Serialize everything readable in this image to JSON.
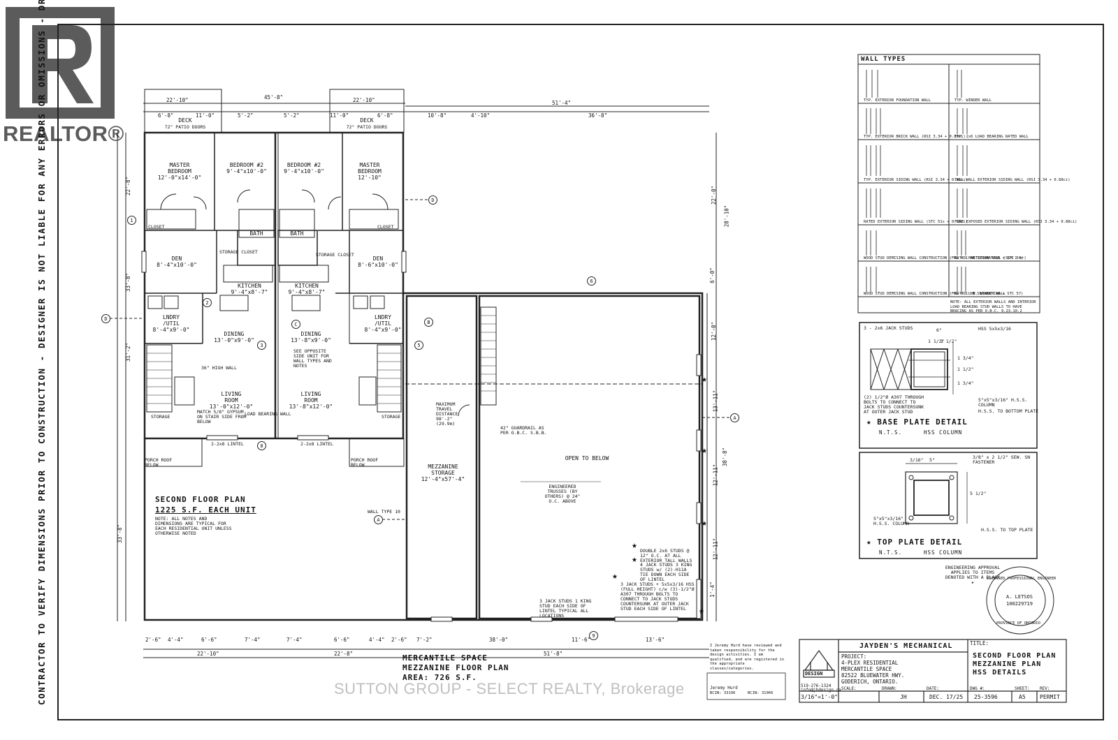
{
  "watermarks": {
    "realtor": "REALTOR®",
    "agency": "SUTTON GROUP - SELECT REALTY, Brokerage"
  },
  "side_notes": {
    "left": "CONTRACTOR TO VERIFY DIMENSIONS PRIOR TO CONSTRUCTION  -  DESIGNER IS NOT LIABLE FOR ANY ERRORS OR OMISSIONS  -  DRAWINGS NOT TO BE SCALED"
  },
  "plan": {
    "dims_top": [
      "22'-10\"",
      "45'-8\"",
      "22'-10\"",
      "51'-4\"",
      "6'-8\"",
      "11'-0\"",
      "5'-2\"",
      "5'-2\"",
      "11'-0\"",
      "6'-8\"",
      "10'-8\"",
      "4'-10\"",
      "36'-8\""
    ],
    "dims_bottom": [
      "2'-6\"",
      "4'-4\"",
      "6'-6\"",
      "7'-4\"",
      "7'-4\"",
      "6'-6\"",
      "4'-4\"",
      "2'-6\"",
      "7'-2\"",
      "38'-0\"",
      "11'-6\"",
      "13'-6\"",
      "22'-10\"",
      "22'-8\"",
      "51'-8\""
    ],
    "dims_left": [
      "22'-8\"",
      "33'-8\"",
      "31'-2\"",
      "33'-8\""
    ],
    "dims_right": [
      "22'-0\"",
      "28'-10\"",
      "6'-0\"",
      "12'-0\"",
      "13'-11\"",
      "38'-8\"",
      "12'-11\"",
      "12'-11\"",
      "1'-4\""
    ],
    "rooms": [
      {
        "name": "MASTER\nBEDROOM",
        "size": "12'-0\"x14'-0\""
      },
      {
        "name": "BEDROOM #2",
        "size": "9'-4\"x10'-0\""
      },
      {
        "name": "BEDROOM #2",
        "size": "9'-4\"x10'-0\""
      },
      {
        "name": "MASTER\nBEDROOM",
        "size": "12'-10\""
      },
      {
        "name": "DECK",
        "size": "72\" PATIO DOORS"
      },
      {
        "name": "DECK",
        "size": "72\" PATIO DOORS"
      },
      {
        "name": "DEN",
        "size": "8'-4\"x10'-0\""
      },
      {
        "name": "DEN",
        "size": "8'-6\"x10'-0\""
      },
      {
        "name": "BATH",
        "size": ""
      },
      {
        "name": "BATH",
        "size": ""
      },
      {
        "name": "KITCHEN",
        "size": "9'-4\"x8'-7\""
      },
      {
        "name": "KITCHEN",
        "size": "9'-4\"x8'-7\""
      },
      {
        "name": "LNDRY\n/UTIL",
        "size": "8'-4\"x9'-0\""
      },
      {
        "name": "LNDRY\n/UTIL",
        "size": "8'-4\"x9'-0\""
      },
      {
        "name": "DINING",
        "size": "13'-0\"x9'-0\""
      },
      {
        "name": "DINING",
        "size": "13'-8\"x9'-0\""
      },
      {
        "name": "LIVING\nROOM",
        "size": "13'-0\"x12'-0\""
      },
      {
        "name": "LIVING\nROOM",
        "size": "13'-8\"x12'-0\""
      },
      {
        "name": "MEZZANINE\nSTORAGE",
        "size": "12'-4\"x57'-4\""
      },
      {
        "name": "OPEN TO BELOW",
        "size": ""
      }
    ],
    "labels": {
      "closet": "CLOSET",
      "storage": "STORAGE",
      "storage_closet": "STORAGE CLOSET",
      "porch_roof_left": "PORCH ROOF BELOW",
      "porch_roof_right": "PORCH ROOF BELOW",
      "high_wall": "36\" HIGH WALL",
      "match_gypsum": "MATCH 5/8\" GYPSUM ON STAIR SIDE FROM BELOW",
      "load_bearing": "LOAD BEARING WALL",
      "lintel": "2-2x8 LINTEL",
      "guard": "42\" GUARDRAIL AS PER O.B.C. S.B.B.",
      "wall_type_10": "WALL TYPE 10",
      "engineered_trusses": "ENGINEERED TRUSSES (BY OTHERS) @ 24\" O.C. ABOVE",
      "min_travel": "MAXIMUM TRAVEL DISTANCE 98'-2\" (29.9m)",
      "double_studs": "DOUBLE 2x6 STUDS @ 12\" O.C. AT ALL EXTERIOR TALL WALLS",
      "jack_studs_4": "4 JACK STUDS 3 KING STUDS w/ (2)-H11A TIE DOWN EACH SIDE OF LINTEL",
      "jack_studs_3": "3 JACK STUDS + 5x5x3/16 HSS (FULL HEIGHT) c/w (3)-1/2\"Ø A307 THROUGH BOLTS TO CONNECT TO JACK STUDS COUNTERSUNK AT OUTER JACK STUD EACH SIDE OF LINTEL",
      "jack_studs_left": "3 JACK STUDS 1 KING STUD EACH SIDE OF LINTEL TYPICAL ALL LOCATIONS",
      "see_opposite": "SEE OPPOSITE SIDE UNIT FOR WALL TYPES AND NOTES"
    },
    "floor_title_1": "SECOND FLOOR PLAN",
    "floor_title_2": "1225 S.F. EACH UNIT",
    "floor_note": "NOTE: ALL NOTES AND DIMENSIONS ARE TYPICAL FOR EACH RESIDENTIAL UNIT UNLESS OTHERWISE NOTED",
    "mezz_title_1": "MERCANTILE SPACE",
    "mezz_title_2": "MEZZANINE FLOOR PLAN",
    "mezz_title_3": "AREA: 726 S.F.",
    "grid_markers": [
      "A",
      "B",
      "C",
      "D",
      "D",
      "1",
      "2",
      "3",
      "5",
      "6",
      "8",
      "9"
    ]
  },
  "wall_types": {
    "title": "WALL TYPES",
    "items": [
      "TYP. EXTERIOR FOUNDATION WALL",
      "TYP. WINDER WALL",
      "TYP. EXTERIOR BRICK WALL (RSI 3.34 + 0.88ci)",
      "TYP. 2x6 LOAD BEARING RATED WALL",
      "TYP. EXTERIOR SIDING WALL (RSI 3.34 + 0.88ci)",
      "TALL WALL EXTERIOR SIDING WALL (RSI 3.34 + 0.88ci)",
      "RATED EXTERIOR SIDING WALL (STC 51s + 0.88ci)",
      "FIRE EXPOSED EXTERIOR SIDING WALL (RSI 3.34 + 0.88ci)",
      "WOOD STUD DEMISING WALL CONSTRUCTION (FRL = 1 HR SEPARATION + STC 54)",
      "RATED PARTITION WALL (SSH 1 hr)",
      "WOOD STUD DEMISING WALL CONSTRUCTION (FRL = 1 HR SEPARATION + STC 57)",
      "RATED L.B. WINDER WALL"
    ],
    "note": "NOTE: ALL EXTERIOR WALLS AND INTERIOR LOAD BEARING STUD WALLS TO HAVE BRACING AS PER O.B.C. 9.23.10.2"
  },
  "base_plate": {
    "title": "BASE PLATE DETAIL",
    "subtitle": "N.T.S.",
    "column": "HSS COLUMN",
    "labels": [
      "3 - 2x6 JACK STUDS",
      "(2) 1/2\"Ø A307 THROUGH BOLTS TO CONNECT TO JACK STUDS COUNTERSUNK AT OUTER JACK STUD",
      "HSS 5x5x3/16",
      "5\"x5\"x3/16\" H.S.S. COLUMN",
      "H.S.S. TO BOTTOM PLATE",
      "1 1/2\"",
      "1 1/2\"",
      "1 3/4\"",
      "1 1/2\"",
      "1 3/4\"",
      "6\""
    ]
  },
  "top_plate": {
    "title": "TOP PLATE DETAIL",
    "subtitle": "N.T.S.",
    "column": "HSS COLUMN",
    "labels": [
      "3/16\"",
      "5\"",
      "3/8\" x 2 1/2\" SEW. SN FASTENER",
      "5\"x5\"x3/16\" H.S.S. COLUMN",
      "H.S.S. TO TOP PLATE",
      "5 1/2\""
    ]
  },
  "engineering": {
    "approval": "ENGINEERING APPROVAL APPLIES TO ITEMS DENOTED WITH A BLACK ★",
    "seal_name": "A. LETSOS",
    "seal_number": "100229719",
    "seal_top": "LICENSED PROFESSIONAL ENGINEER",
    "seal_bottom": "PROVINCE OF ONTARIO"
  },
  "title_block": {
    "company": "JAYDEN'S MECHANICAL",
    "title_label": "TITLE:",
    "title_lines": [
      "SECOND FLOOR PLAN",
      "MEZZANINE PLAN",
      "HSS DETAILS"
    ],
    "project_label": "PROJECT:",
    "project_lines": [
      "4-PLEX RESIDENTIAL",
      "MERCANTILE SPACE",
      "82522 BLUEWATER HWY.",
      "GODERICH, ONTARIO."
    ],
    "logo_text": "DESIGN",
    "phone": "519-276-1324",
    "email": "info@jhdesign.ca",
    "scale_label": "SCALE:",
    "scale": "3/16\"=1'-0\"",
    "drawn_label": "DRAWN:",
    "drawn": "JH",
    "date_label": "DATE:",
    "date": "DEC. 17/25",
    "dwg_label": "DWG #:",
    "dwg": "25-3596",
    "sheet_label": "SHEET:",
    "sheet": "A5",
    "rev_label": "REV:",
    "rev": "PERMIT",
    "responsibility": "I Jeremy Hurd have reviewed and taken responsibility for the design activities. I am qualified, and are registered in the appropriate classes/categories.",
    "signer": "Jeremy Hurd",
    "bcin_1": "BCIN: 33196",
    "bcin_2": "BCIN: 31966"
  }
}
